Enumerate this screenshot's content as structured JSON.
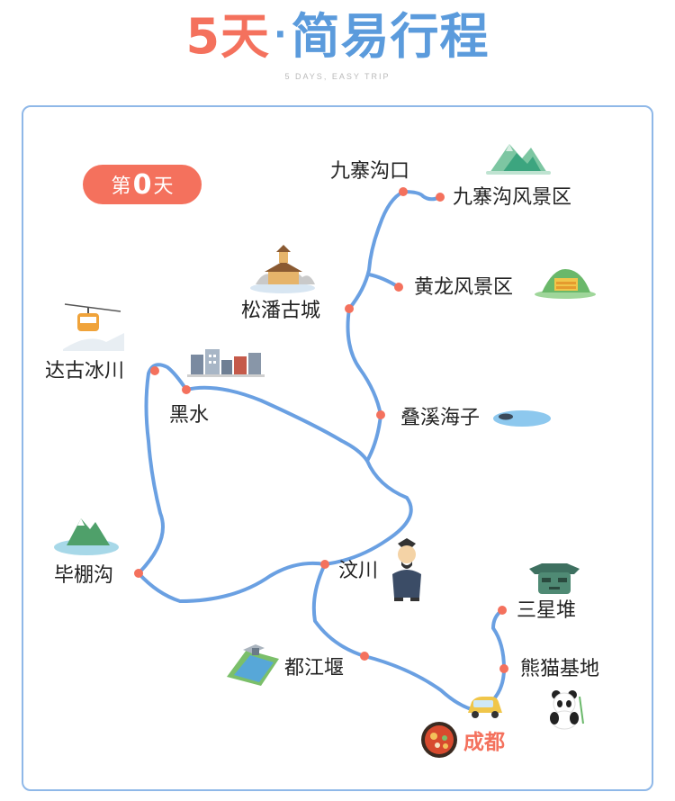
{
  "header": {
    "title_accent": "5天",
    "title_dot": "·",
    "title_main": "简易行程",
    "subtitle": "5 DAYS, EASY TRIP"
  },
  "day_badge": {
    "prefix": "第",
    "number": "0",
    "suffix": "天"
  },
  "places": {
    "jiuzhaigou_kou": "九寨沟口",
    "jiuzhaigou_scenic": "九寨沟风景区",
    "huanglong": "黄龙风景区",
    "songpan": "松潘古城",
    "dagu": "达古冰川",
    "heishui": "黑水",
    "diexi": "叠溪海子",
    "bipenggou": "毕棚沟",
    "wenchuan": "汶川",
    "sanxingdui": "三星堆",
    "dujiangyan": "都江堰",
    "panda": "熊猫基地",
    "chengdu": "成都"
  },
  "colors": {
    "route": "#6aa0e2",
    "marker": "#f4715d",
    "title_accent": "#f4715d",
    "title_main": "#5b9bdc",
    "frame": "#8fb8e8"
  },
  "icons": [
    "mountain-icon",
    "pagoda-city-icon",
    "cable-car-icon",
    "town-buildings-icon",
    "lake-icon",
    "island-mountain-icon",
    "scholar-figure-icon",
    "bronze-mask-icon",
    "dam-icon",
    "panda-icon",
    "hotpot-icon",
    "car-icon",
    "terraced-pools-icon"
  ]
}
